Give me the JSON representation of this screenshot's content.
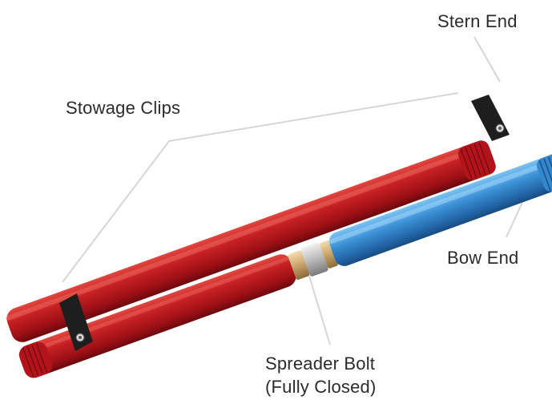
{
  "labels": {
    "stern_end": "Stern End",
    "stowage_clips": "Stowage Clips",
    "bow_end": "Bow End",
    "spreader_bolt_line1": "Spreader Bolt",
    "spreader_bolt_line2": "(Fully Closed)"
  },
  "colors": {
    "red_pole": "#b3141c",
    "blue_pole": "#2f7fc7",
    "brass_fitting": "#c9a46a",
    "clip": "#1e1e1e",
    "leader_line": "#d6d6d6",
    "text": "#2b2b2b"
  }
}
